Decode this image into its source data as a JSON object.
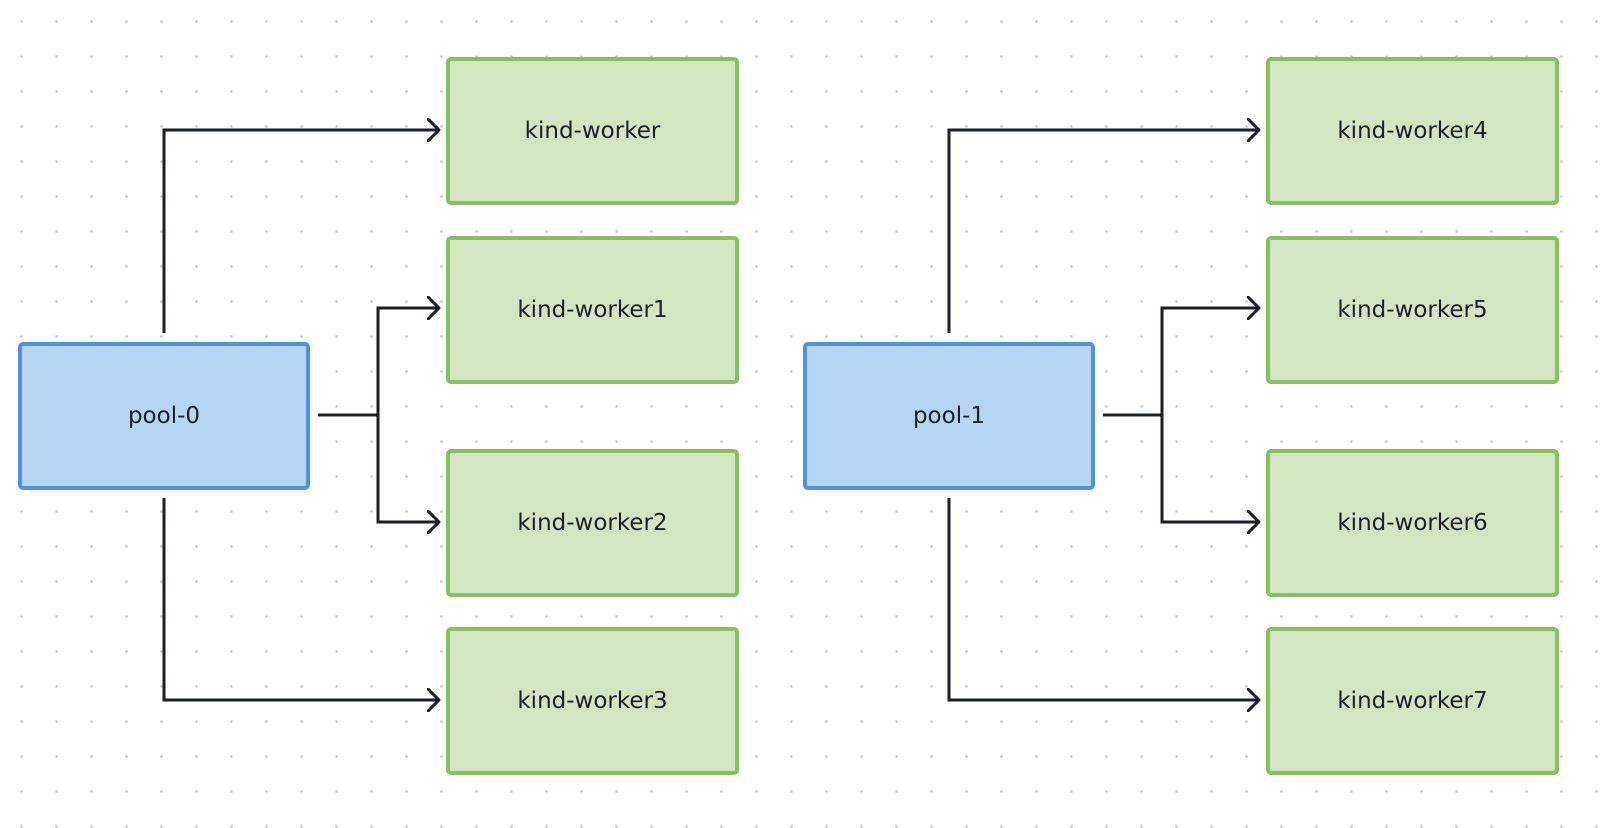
{
  "diagram": {
    "pools": [
      {
        "label": "pool-0",
        "workers": [
          "kind-worker",
          "kind-worker1",
          "kind-worker2",
          "kind-worker3"
        ]
      },
      {
        "label": "pool-1",
        "workers": [
          "kind-worker4",
          "kind-worker5",
          "kind-worker6",
          "kind-worker7"
        ]
      }
    ],
    "colors": {
      "pool_fill": "#b6d5f2",
      "pool_border": "#4f93e0",
      "worker_fill": "#d3e6c2",
      "worker_border": "#86c061",
      "edge": "#1b1f2a"
    }
  }
}
